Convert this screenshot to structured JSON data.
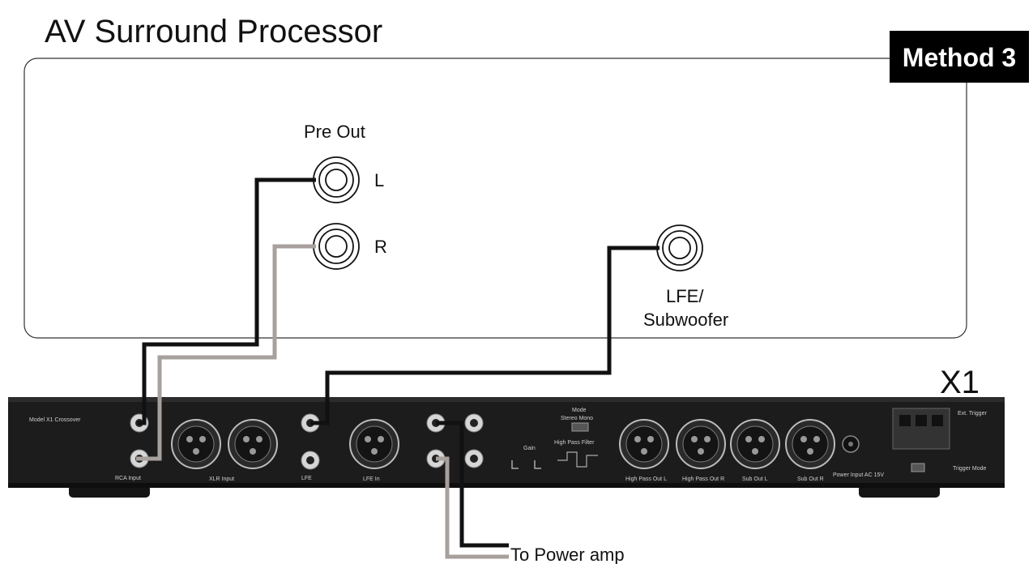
{
  "title": "AV Surround Processor",
  "badge": "Method 3",
  "processor": {
    "pre_out_label": "Pre Out",
    "left_label": "L",
    "right_label": "R",
    "lfe_label_line1": "LFE/",
    "lfe_label_line2": "Subwoofer"
  },
  "device": {
    "name": "X1",
    "model_text": "Model X1 Crossover",
    "rca_input_label": "RCA Input",
    "xlr_input_label": "XLR Input",
    "lfe_label": "LFE",
    "lfe_in_label": "LFE In",
    "mode_label": "Mode",
    "mode_options": "Stereo Mono",
    "high_pass_label": "High Pass Filter",
    "gain_label": "Gain",
    "xlr_outputs": [
      "High Pass Out L",
      "High Pass Out R",
      "Sub Out L",
      "Sub Out R"
    ],
    "power_label": "Power Input AC 15V",
    "trigger_label": "Ext. Trigger",
    "trigger_mode_label": "Trigger Mode"
  },
  "output_label": "To Power amp",
  "colors": {
    "cable_black": "#111111",
    "cable_gray": "#a8a09c",
    "panel": "#1c1c1c",
    "badge_bg": "#000000",
    "badge_text": "#ffffff"
  }
}
